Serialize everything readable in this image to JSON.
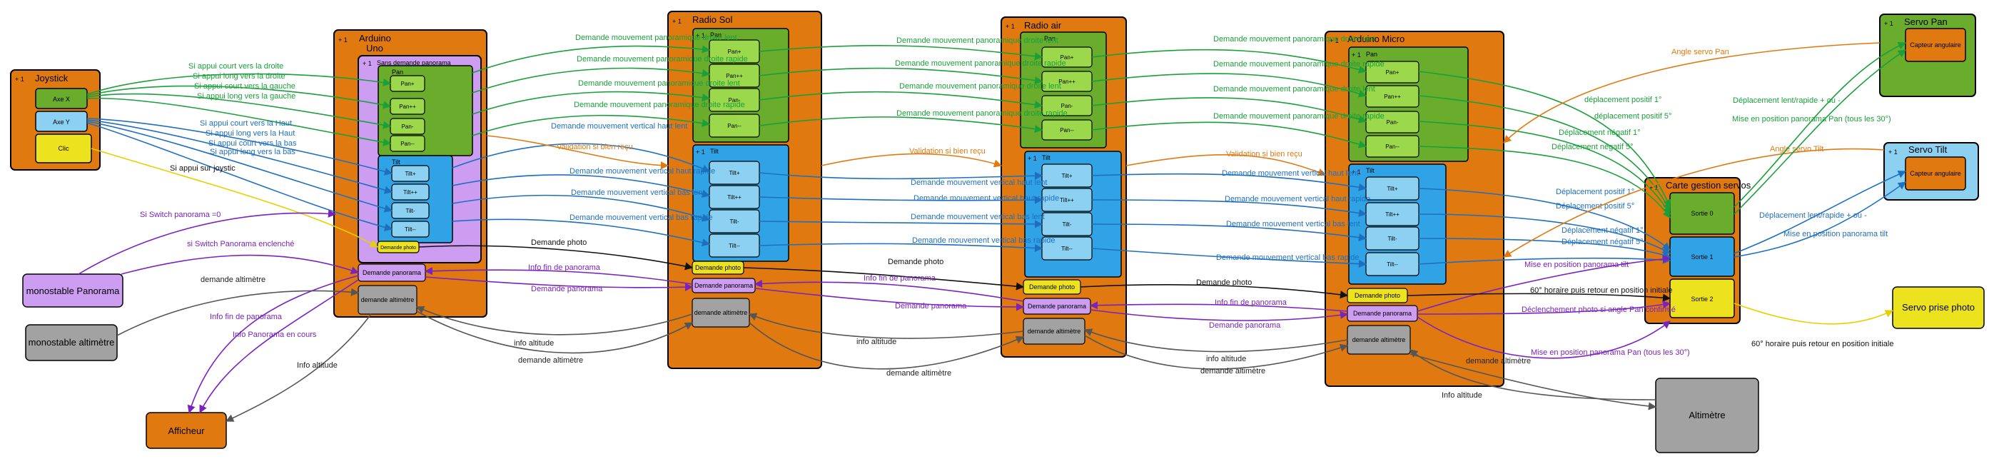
{
  "diagram": {
    "colors": {
      "orange": "#e07a10",
      "green": "#6aac2b",
      "lightgreen": "#9bd84c",
      "blue": "#2fa3e6",
      "lightblue": "#8dd1f2",
      "purple": "#cc9df0",
      "yellow": "#ece31e",
      "gray": "#a2a2a2",
      "edge_green": "#1aa03a",
      "edge_blue": "#1f6fc0",
      "edge_orange": "#e07a10",
      "edge_purple": "#7a22c0",
      "edge_yellow": "#e8d000",
      "edge_gray": "#555555",
      "edge_black": "#111111"
    },
    "containers": {
      "joystick": {
        "title": "Joystick"
      },
      "arduino_uno": {
        "title": "Arduino\nUno"
      },
      "sans_panorama": {
        "title": "Sans demande panorama"
      },
      "radio_sol": {
        "title": "Radio Sol"
      },
      "radio_air": {
        "title": "Radio air"
      },
      "arduino_micro": {
        "title": "Arduino Micro"
      },
      "carte_servos": {
        "title": "Carte gestion servos"
      },
      "servo_pan": {
        "title": "Servo Pan"
      },
      "servo_tilt": {
        "title": "Servo Tilt"
      },
      "pan": {
        "title": "Pan"
      },
      "tilt": {
        "title": "Tilt"
      }
    },
    "nodes": {
      "axe_x": "Axe X",
      "axe_y": "Axe Y",
      "clic": "Clic",
      "pan_minus": "Pan-",
      "pan_minus_minus": "Pan--",
      "pan_plus": "Pan+",
      "pan_plus_plus": "Pan++",
      "tilt_minus": "Tilt-",
      "tilt_minus_minus": "Tilt--",
      "tilt_plus": "Tilt+",
      "tilt_plus_plus": "Tilt++",
      "demande_photo": "Demande photo",
      "demande_panorama": "Demande panorama",
      "demande_altimetre": "demande altimètre",
      "monostable_panorama": "monostable Panorama",
      "monostable_altimetre": "monostable altimètre",
      "afficheur": "Afficheur",
      "altimetre": "Altimètre",
      "servo_prise_photo": "Servo prise photo",
      "sortie_0": "Sortie 0",
      "sortie_1": "Sortie 1",
      "sortie_2": "Sortie 2",
      "capteur_angulaire": "Capteur angulaire"
    },
    "edge_labels": {
      "joy_right_short": "Si appui court vers la droite",
      "joy_right_long": "Si appui long vers la droite",
      "joy_left_short": "Si appui court vers la gauche",
      "joy_left_long": "Si appui long vers la gauche",
      "joy_up_short": "Si appui court vers la Haut",
      "joy_up_long": "Si appui long vers la Haut",
      "joy_down_short": "Si appui court vers la bas",
      "joy_down_long": "Si appui long vers la bas",
      "joy_click": "Si appui sur joystic",
      "switch_pano_0": "Si Switch panorama =0",
      "switch_pano_on": "si Switch Panorama enclenché",
      "demande_altimetre": "demande altimètre",
      "info_fin_panorama": "Info fin de panorama",
      "info_panorama_en_cours": "Info Panorama en cours",
      "info_altitude": "Info altitude",
      "pan_right_slow": "Demande mouvement panoramique droite lent",
      "pan_right_fast": "Demande mouvement panoramique droite rapide",
      "tilt_up_slow": "Demande mouvement vertical haut lent",
      "tilt_up_fast": "Demande mouvement vertical haut rapide",
      "tilt_down_slow": "Demande mouvement vertical bas lent",
      "tilt_down_fast": "Demande mouvement vertical bas rapide",
      "validation": "Validation si bien reçu",
      "demande_photo": "Demande photo",
      "info_fin_panorama_lower": "Info fin de panorama",
      "demande_panorama": "Demande panorama",
      "info_altitude_lower": "info altitude",
      "demande_altimetre_lower": "demande altimètre",
      "deplacement_positif_1": "déplacement positif 1°",
      "deplacement_positif_5": "déplacement positif 5°",
      "deplacement_negatif_1": "Déplacement négatif 1°",
      "deplacement_negatif_5": "Déplacement négatif 5°",
      "deplacement_positif_1_cap": "Déplacement positif 1°",
      "deplacement_positif_5_cap": "Déplacement positif 5°",
      "deplacement_negatif_1_tilt": "Déplacement négatif 1°",
      "deplacement_negatif_5_tilt": "Déplacement négatif 5°",
      "mise_position_tilt": "Mise en position panorama tilt",
      "horaire_60": "60° horaire puis retour en position initiale",
      "declenchement_photo": "Déclenchement photo si angle Pan confirmé",
      "mise_position_pan_30": "Mise en position panorama Pan (tous les 30°)",
      "angle_servo_pan": "Angle servo Pan",
      "angle_servo_tilt": "Angle servo Tilt",
      "deplacement_lent_rapide": "Déplacement lent/rapide + ou -",
      "mise_position_pan_30b": "Mise en position panorama Pan (tous les 30°)",
      "deplacement_lent_rapide_tilt": "Déplacement lent/rapide + ou -",
      "mise_position_tilt_b": "Mise en position panorama tilt",
      "horaire_60_b": "60° horaire puis retour en position initiale",
      "deplacement_positif_1_b": "Déplacement positif 1°",
      "deplacement_positif_5_b": "Déplacement positif 5°",
      "deplacement_negatif_1_b": "Déplacement négatif 1°",
      "deplacement_negatif_5_b": "Déplacement négatif 5°",
      "info_altitude_alt": "Info altitude",
      "demande_altimetre_alt": "demande altimètre"
    }
  }
}
